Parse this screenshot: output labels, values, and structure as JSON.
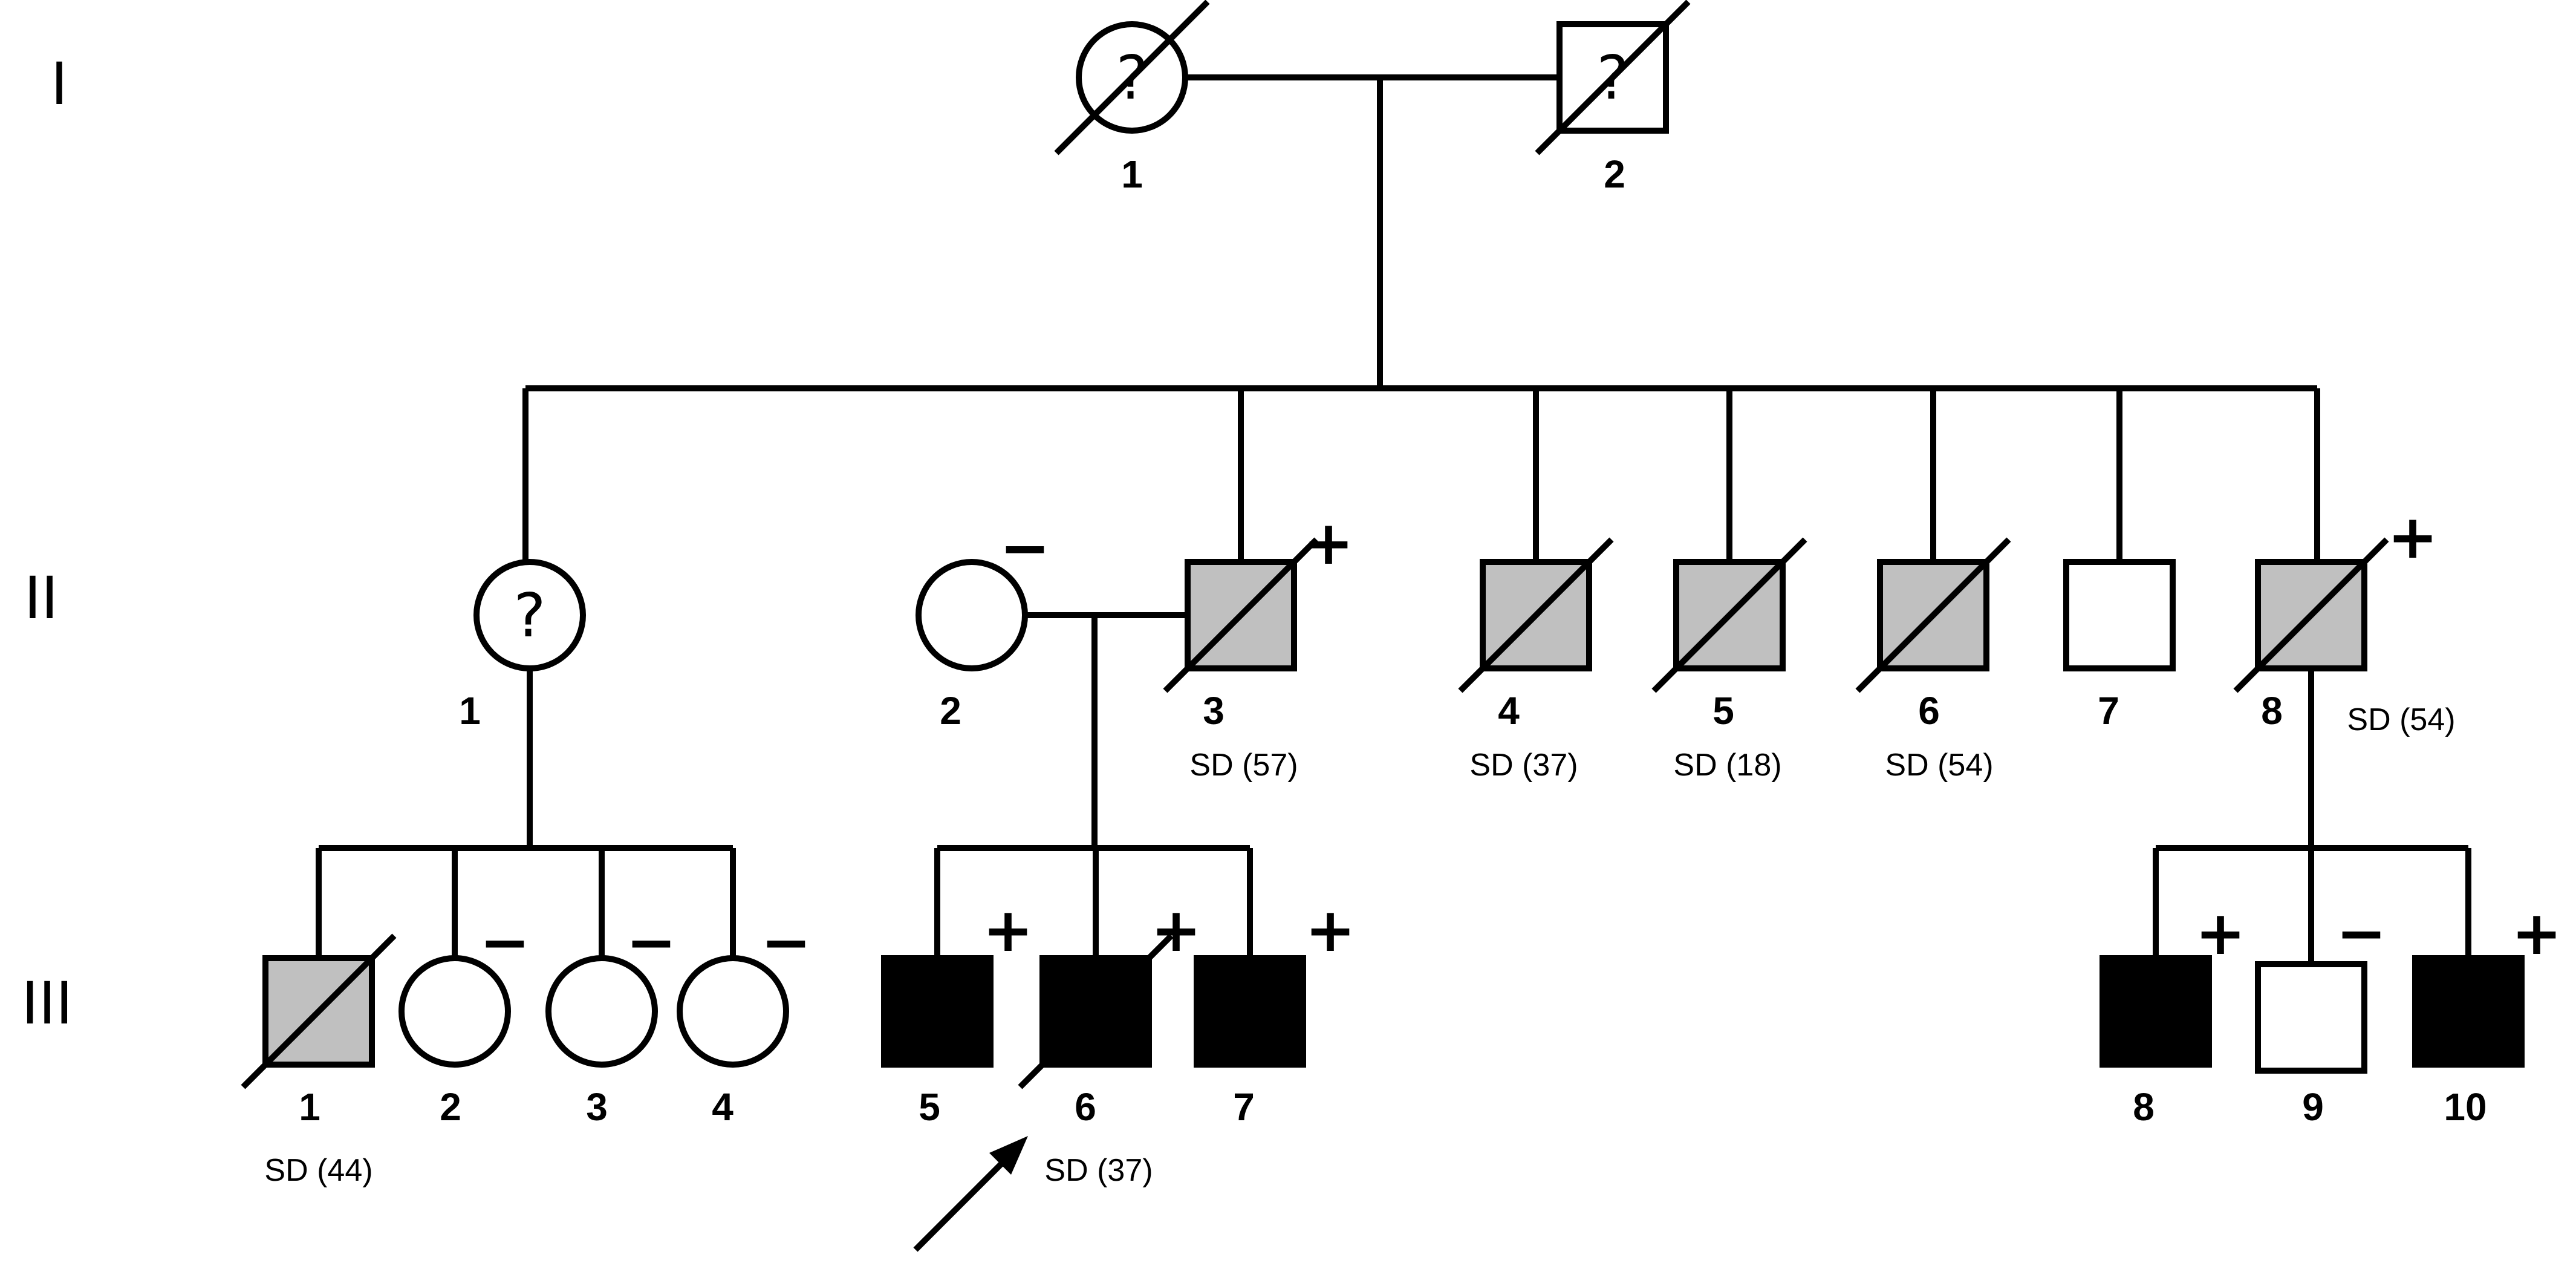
{
  "generations": [
    "I",
    "II",
    "III"
  ],
  "colors": {
    "affected": "#000000",
    "deceased_affected_fill": "#c0c0c0",
    "unaffected": "#ffffff",
    "line": "#000000"
  },
  "individuals": [
    {
      "id": "I-1",
      "number": "1",
      "sex": "female",
      "status": "unknown",
      "deceased": true,
      "label": "?",
      "note": "",
      "test": ""
    },
    {
      "id": "I-2",
      "number": "2",
      "sex": "male",
      "status": "unknown",
      "deceased": true,
      "label": "?",
      "note": "",
      "test": ""
    },
    {
      "id": "II-1",
      "number": "1",
      "sex": "female",
      "status": "unknown",
      "deceased": false,
      "label": "?",
      "note": "",
      "test": ""
    },
    {
      "id": "II-2",
      "number": "2",
      "sex": "female",
      "status": "unaffected",
      "deceased": false,
      "label": "",
      "note": "",
      "test": "−"
    },
    {
      "id": "II-3",
      "number": "3",
      "sex": "male",
      "status": "grey",
      "deceased": true,
      "label": "",
      "note": "SD (57)",
      "test": "+"
    },
    {
      "id": "II-4",
      "number": "4",
      "sex": "male",
      "status": "grey",
      "deceased": true,
      "label": "",
      "note": "SD (37)",
      "test": ""
    },
    {
      "id": "II-5",
      "number": "5",
      "sex": "male",
      "status": "grey",
      "deceased": true,
      "label": "",
      "note": "SD (18)",
      "test": ""
    },
    {
      "id": "II-6",
      "number": "6",
      "sex": "male",
      "status": "grey",
      "deceased": true,
      "label": "",
      "note": "SD (54)",
      "test": ""
    },
    {
      "id": "II-7",
      "number": "7",
      "sex": "male",
      "status": "unaffected",
      "deceased": false,
      "label": "",
      "note": "",
      "test": ""
    },
    {
      "id": "II-8",
      "number": "8",
      "sex": "male",
      "status": "grey",
      "deceased": true,
      "label": "",
      "note": "SD (54)",
      "test": "+"
    },
    {
      "id": "III-1",
      "number": "1",
      "sex": "male",
      "status": "grey",
      "deceased": true,
      "label": "",
      "note": "SD (44)",
      "test": ""
    },
    {
      "id": "III-2",
      "number": "2",
      "sex": "female",
      "status": "unaffected",
      "deceased": false,
      "label": "",
      "note": "",
      "test": "−"
    },
    {
      "id": "III-3",
      "number": "3",
      "sex": "female",
      "status": "unaffected",
      "deceased": false,
      "label": "",
      "note": "",
      "test": "−"
    },
    {
      "id": "III-4",
      "number": "4",
      "sex": "female",
      "status": "unaffected",
      "deceased": false,
      "label": "",
      "note": "",
      "test": "−"
    },
    {
      "id": "III-5",
      "number": "5",
      "sex": "male",
      "status": "affected",
      "deceased": false,
      "label": "",
      "note": "",
      "test": "+"
    },
    {
      "id": "III-6",
      "number": "6",
      "sex": "male",
      "status": "affected",
      "deceased": true,
      "label": "",
      "note": "SD (37)",
      "test": "+",
      "proband": true
    },
    {
      "id": "III-7",
      "number": "7",
      "sex": "male",
      "status": "affected",
      "deceased": false,
      "label": "",
      "note": "",
      "test": "+"
    },
    {
      "id": "III-8",
      "number": "8",
      "sex": "male",
      "status": "affected",
      "deceased": false,
      "label": "",
      "note": "",
      "test": "+"
    },
    {
      "id": "III-9",
      "number": "9",
      "sex": "male",
      "status": "unaffected",
      "deceased": false,
      "label": "",
      "note": "",
      "test": "−"
    },
    {
      "id": "III-10",
      "number": "10",
      "sex": "male",
      "status": "affected",
      "deceased": false,
      "label": "",
      "note": "",
      "test": "+"
    }
  ]
}
